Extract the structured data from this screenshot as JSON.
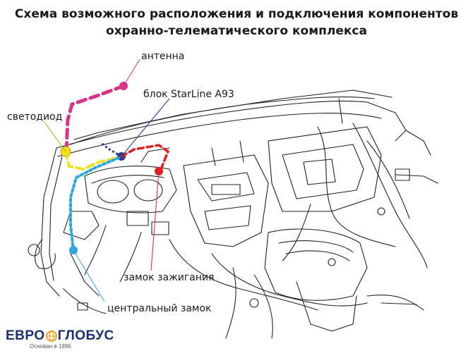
{
  "title": {
    "line1": "Схема возможного расположения и подключения компонентов",
    "line2": "охранно-телематического комплекса"
  },
  "labels": {
    "antenna": "антенна",
    "block": "блок StarLine A93",
    "led": "светодиод",
    "ignition": "замок зажигания",
    "central_lock": "центральный замок"
  },
  "logo": {
    "left": "ЕВРО",
    "right": "ГЛОБУС",
    "tagline": "Основан в 1996"
  },
  "colors": {
    "antenna": "#d6338a",
    "led": "#f2e01a",
    "block": "#243d8c",
    "ignition": "#e02020",
    "central_lock": "#2aa7e0",
    "logo": "#1c2f6e"
  }
}
